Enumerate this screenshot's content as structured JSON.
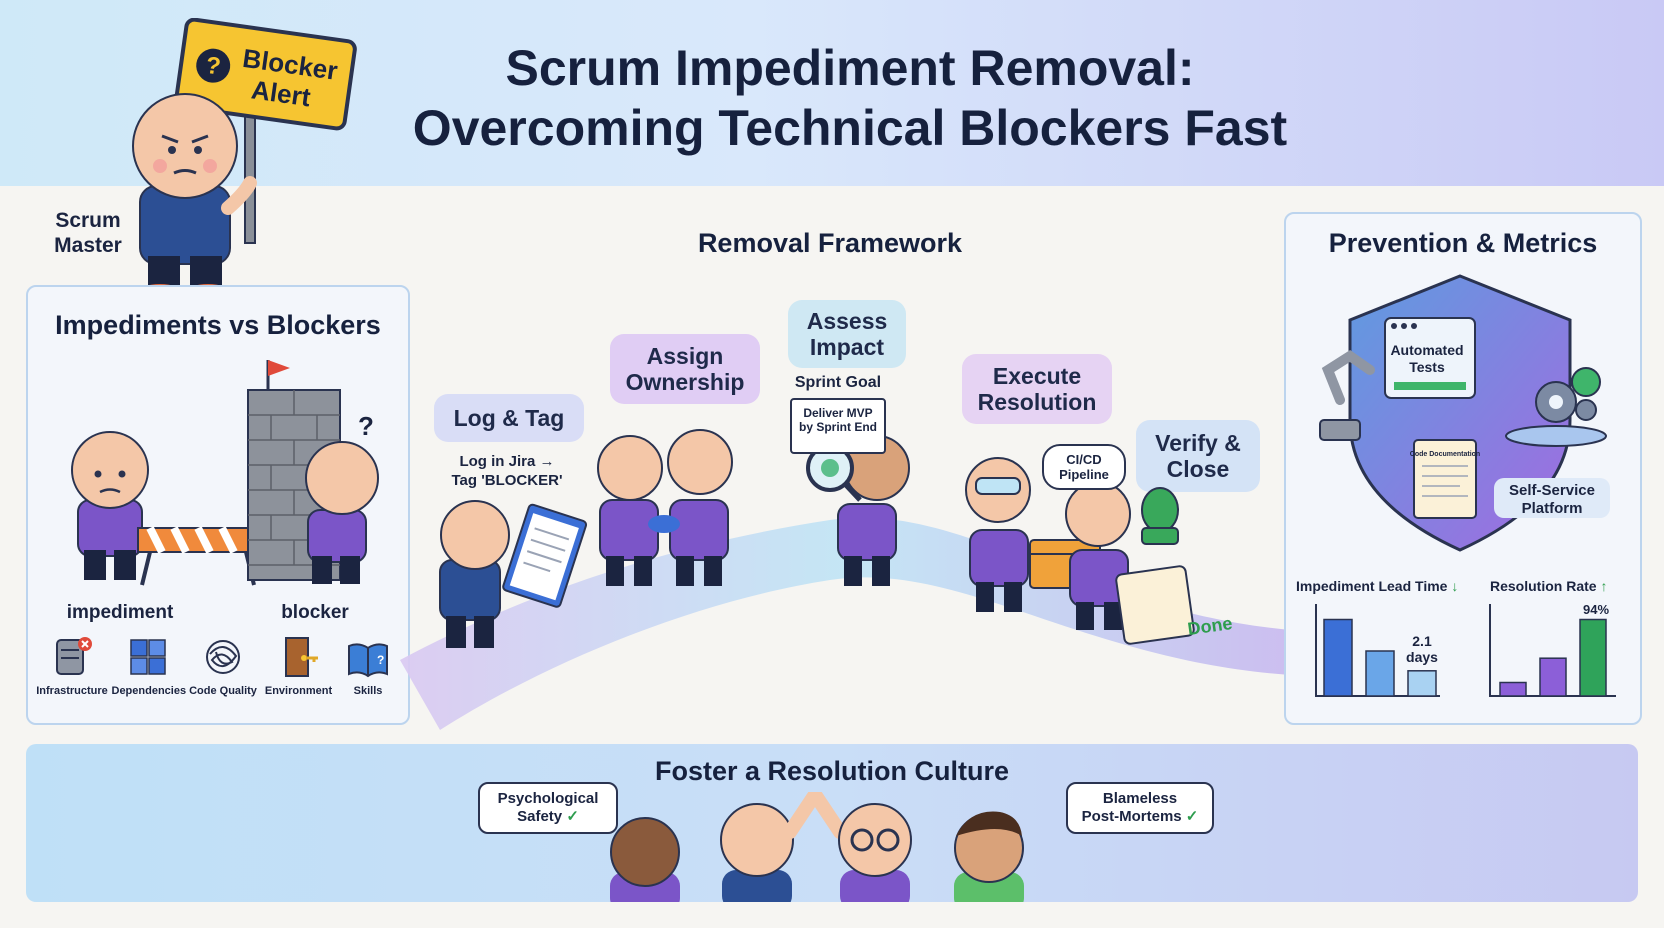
{
  "header": {
    "title_line1": "Scrum Impediment Removal:",
    "title_line2": "Overcoming Technical Blockers Fast",
    "sign_line1": "Blocker",
    "sign_line2": "Alert",
    "role_label_line1": "Scrum",
    "role_label_line2": "Master"
  },
  "impediments_panel": {
    "title": "Impediments vs Blockers",
    "impediment_label": "impediment",
    "blocker_label": "blocker",
    "question_mark": "?",
    "categories": [
      {
        "label": "Infrastructure",
        "icon": "server-icon"
      },
      {
        "label": "Dependencies",
        "icon": "puzzle-icon"
      },
      {
        "label": "Code Quality",
        "icon": "tangle-icon"
      },
      {
        "label": "Environment",
        "icon": "door-key-icon"
      },
      {
        "label": "Skills",
        "icon": "book-icon"
      }
    ]
  },
  "framework": {
    "title": "Removal Framework",
    "steps": [
      {
        "label_line1": "Log & Tag",
        "label_line2": ""
      },
      {
        "label_line1": "Assign",
        "label_line2": "Ownership"
      },
      {
        "label_line1": "Assess",
        "label_line2": "Impact"
      },
      {
        "label_line1": "Execute",
        "label_line2": "Resolution"
      },
      {
        "label_line1": "Verify &",
        "label_line2": "Close"
      }
    ],
    "log_note_line1": "Log in Jira →",
    "log_note_line2": "Tag 'BLOCKER'",
    "sprint_goal_label": "Sprint Goal",
    "sprint_goal_card_line1": "Deliver MVP",
    "sprint_goal_card_line2": "by Sprint End",
    "cicd_line1": "CI/CD",
    "cicd_line2": "Pipeline",
    "done_label": "Done"
  },
  "prevention": {
    "title": "Prevention & Metrics",
    "automated_tests_line1": "Automated",
    "automated_tests_line2": "Tests",
    "code_doc_label": "Code Documentation",
    "self_service_line1": "Self-Service",
    "self_service_line2": "Platform",
    "lead_time": {
      "label": "Impediment Lead Time",
      "trend_symbol": "↓",
      "value_line1": "2.1",
      "value_line2": "days",
      "bars": [
        0.85,
        0.5,
        0.28
      ],
      "color": "#3b6fd6"
    },
    "resolution_rate": {
      "label": "Resolution Rate",
      "trend_symbol": "↑",
      "value": "94%",
      "bars": [
        0.15,
        0.42,
        0.85
      ],
      "colors": [
        "#8c5fd8",
        "#8c5fd8",
        "#2fa35a"
      ]
    }
  },
  "culture": {
    "title": "Foster a Resolution Culture",
    "bubble_left_line1": "Psychological",
    "bubble_left_line2": "Safety",
    "bubble_right_line1": "Blameless",
    "bubble_right_line2": "Post-Mortems",
    "check": "✓"
  },
  "colors": {
    "sign_yellow": "#f6c531",
    "team_shirt": "#7b55c8",
    "scrum_master_shirt": "#2c4f94",
    "accent_purple": "#a77bde",
    "check_green": "#2e9d4e"
  }
}
